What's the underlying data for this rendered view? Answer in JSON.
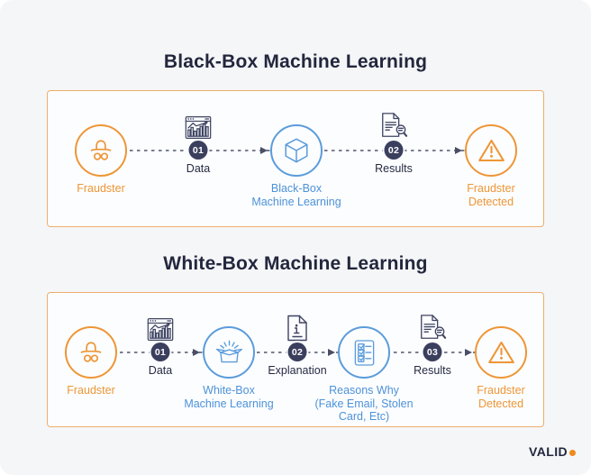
{
  "canvas": {
    "background": "#F5F6F8"
  },
  "colors": {
    "orange": "#EE9636",
    "blue": "#5B9CDB",
    "navy_badge": "#3B3F5E",
    "panel_border": "#EDAE6C",
    "dash": "#7A7E90",
    "title": "#23273D",
    "logo_dot": "#F08A1C"
  },
  "logo": {
    "text": "VALID"
  },
  "flows": [
    {
      "title": "Black-Box Machine Learning",
      "nodes": {
        "fraudster": {
          "label": "Fraudster"
        },
        "data": {
          "number": "01",
          "label": "Data"
        },
        "model": {
          "label": "Black-Box\nMachine Learning"
        },
        "results": {
          "number": "02",
          "label": "Results"
        },
        "detected": {
          "label": "Fraudster\nDetected"
        }
      }
    },
    {
      "title": "White-Box Machine Learning",
      "nodes": {
        "fraudster": {
          "label": "Fraudster"
        },
        "data": {
          "number": "01",
          "label": "Data"
        },
        "model": {
          "label": "White-Box\nMachine Learning"
        },
        "explanation": {
          "number": "02",
          "label": "Explanation"
        },
        "reasons": {
          "label": "Reasons Why\n(Fake Email, Stolen\nCard, Etc)"
        },
        "results": {
          "number": "03",
          "label": "Results"
        },
        "detected": {
          "label": "Fraudster\nDetected"
        }
      }
    }
  ]
}
